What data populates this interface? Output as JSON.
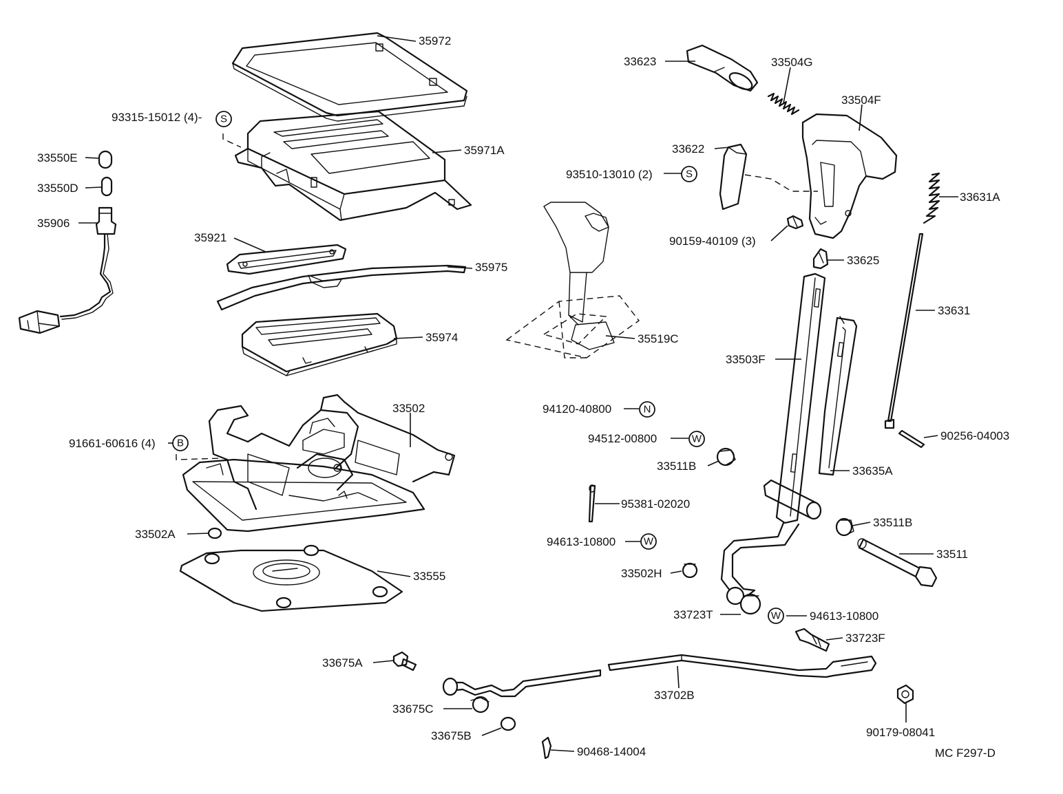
{
  "labels": {
    "p35972": "35972",
    "p93315": "93315-15012 (4)-",
    "p35971A": "35971A",
    "p33550E": "33550E",
    "p33550D": "33550D",
    "p35906": "35906",
    "p35921": "35921",
    "p35975": "35975",
    "p35974": "35974",
    "p33502": "33502",
    "p91661": "91661-60616 (4)",
    "p33502A": "33502A",
    "p33555": "33555",
    "p33623": "33623",
    "p33504G": "33504G",
    "p33504F": "33504F",
    "p33622": "33622",
    "p93510": "93510-13010 (2)",
    "p90159": "90159-40109 (3)",
    "p33631A": "33631A",
    "p33625": "33625",
    "p33631": "33631",
    "p35519C": "35519C",
    "p33503F": "33503F",
    "p94120": "94120-40800",
    "p94512": "94512-00800",
    "p33511B_1": "33511B",
    "p90256": "90256-04003",
    "p33635A": "33635A",
    "p95381": "95381-02020",
    "p33511B_2": "33511B",
    "p94613_1": "94613-10800",
    "p33511": "33511",
    "p33502H": "33502H",
    "p33723T": "33723T",
    "p94613_2": "94613-10800",
    "p33723F": "33723F",
    "p33675A": "33675A",
    "p33702B": "33702B",
    "p33675C": "33675C",
    "p33675B": "33675B",
    "p90468": "90468-14004",
    "p90179": "90179-08041",
    "figure_code": "MC F297-D"
  },
  "symbols": {
    "s_s1": "S",
    "s_s2": "S",
    "s_b": "B",
    "s_n": "N",
    "s_w1": "W",
    "s_w2": "W",
    "s_w3": "W"
  }
}
